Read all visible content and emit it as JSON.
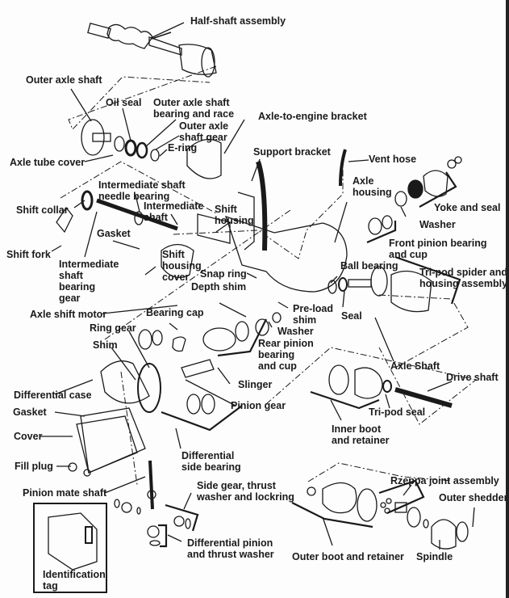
{
  "diagram": {
    "type": "exploded-parts-view",
    "subject": "Front drive axle assembly",
    "line_color": "#1a1a1a",
    "background": "#fdfdfd"
  },
  "labels": {
    "half_shaft_assembly": "Half-shaft assembly",
    "outer_axle_shaft": "Outer axle shaft",
    "oil_seal": "Oil seal",
    "outer_axle_shaft_bearing": "Outer axle shaft\nbearing and race",
    "outer_axle_shaft_gear": "Outer axle\nshaft gear",
    "e_ring": "E-ring",
    "axle_tube_cover": "Axle tube cover",
    "axle_to_engine_bracket": "Axle-to-engine bracket",
    "support_bracket": "Support bracket",
    "vent_hose": "Vent hose",
    "axle_housing": "Axle\nhousing",
    "yoke_and_seal": "Yoke and seal",
    "washer_top": "Washer",
    "intermediate_shaft_needle_bearing": "Intermediate shaft\nneedle bearing",
    "intermediate_shaft": "Intermediate\nshaft",
    "shift_collar": "Shift collar",
    "shift_housing": "Shift\nhousing",
    "shift_fork": "Shift fork",
    "gasket_top": "Gasket",
    "intermediate_shaft_bearing_gear": "Intermediate\nshaft\nbearing\ngear",
    "shift_housing_cover": "Shift\nhousing\ncover",
    "front_pinion_bearing": "Front pinion bearing\nand cup",
    "ball_bearing": "Ball bearing",
    "tri_pod_spider": "Tri-pod spider and\nhousing assembly",
    "snap_ring": "Snap ring",
    "depth_shim": "Depth shim",
    "pre_load_shim": "Pre-load\nshim",
    "seal": "Seal",
    "axle_shift_motor": "Axle shift motor",
    "bearing_cap": "Bearing cap",
    "washer_mid": "Washer",
    "ring_gear": "Ring gear",
    "rear_pinion_bearing": "Rear pinion\nbearing\nand cup",
    "axle_shaft": "Axle Shaft",
    "shim": "Shim",
    "drive_shaft": "Drive shaft",
    "slinger": "Slinger",
    "differential_case": "Differential case",
    "pinion_gear": "Pinion gear",
    "tri_pod_seal": "Tri-pod seal",
    "gasket_bottom": "Gasket",
    "inner_boot": "Inner boot\nand retainer",
    "cover": "Cover",
    "differential_side_bearing": "Differential\nside bearing",
    "fill_plug": "Fill plug",
    "rzeppa_joint": "Rzeppa joint assembly",
    "pinion_mate_shaft": "Pinion mate shaft",
    "side_gear": "Side gear, thrust\nwasher and lockring",
    "outer_shedder": "Outer shedder",
    "differential_pinion": "Differential pinion\nand thrust washer",
    "identification_tag": "Identification\ntag",
    "outer_boot": "Outer boot and retainer",
    "spindle": "Spindle"
  }
}
